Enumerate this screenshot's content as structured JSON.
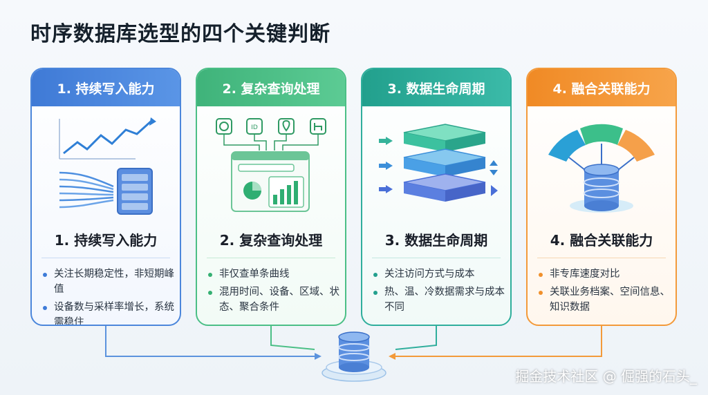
{
  "title": "时序数据库选型的四个关键判断",
  "cards": [
    {
      "header": "1. 持续写入能力",
      "title": "1. 持续写入能力",
      "bullets": [
        "关注长期稳定性，非短期峰值",
        "设备数与采样率增长，系统需稳住"
      ],
      "illustration": "line-chart-and-server-icon",
      "accent": "#3d7bd8"
    },
    {
      "header": "2. 复杂查询处理",
      "title": "2. 复杂查询处理",
      "bullets": [
        "非仅查单条曲线",
        "混用时间、设备、区域、状态、聚合条件"
      ],
      "illustration": "filters-to-dashboard-icon",
      "icon_labels": [
        "ID"
      ],
      "accent": "#35b072"
    },
    {
      "header": "3. 数据生命周期",
      "title": "3. 数据生命周期",
      "bullets": [
        "关注访问方式与成本",
        "热、温、冷数据需求与成本不同"
      ],
      "illustration": "tiered-storage-stack-icon",
      "accent": "#23a08e"
    },
    {
      "header": "4. 融合关联能力",
      "title": "4. 融合关联能力",
      "bullets": [
        "非专库速度对比",
        "关联业务档案、空间信息、知识数据"
      ],
      "illustration": "converging-sources-database-icon",
      "accent": "#f0902c"
    }
  ],
  "watermark": "掘金技术社区 @ 倔强的石头_"
}
